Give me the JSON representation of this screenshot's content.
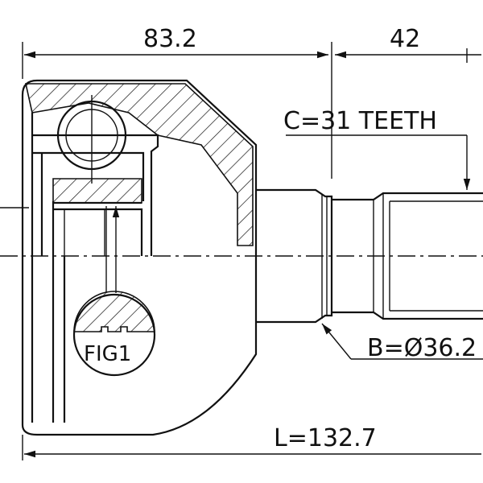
{
  "dimensions": {
    "housing_length": "83.2",
    "shaft_length": "42",
    "spline": "C=31 TEETH",
    "seal_diameter": "B=Ø36.2",
    "overall_length": "L=132.7"
  },
  "figure_label": "FIG1"
}
